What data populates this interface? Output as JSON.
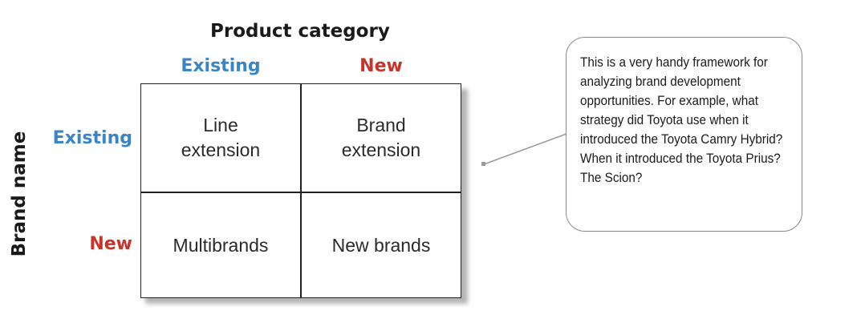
{
  "diagram": {
    "column_axis_title": "Product category",
    "row_axis_title": "Brand name",
    "columns": [
      {
        "label": "Existing",
        "color": "#3a85c6"
      },
      {
        "label": "New",
        "color": "#c6342a"
      }
    ],
    "rows": [
      {
        "label": "Existing",
        "color": "#3a85c6"
      },
      {
        "label": "New",
        "color": "#c6342a"
      }
    ],
    "cells": {
      "existing_existing": "Line\nextension",
      "existing_new": "Brand\nextension",
      "new_existing": "Multibrands",
      "new_new": "New brands"
    }
  },
  "callout": {
    "text": "This is a very handy framework for analyzing brand development opportunities. For example, what strategy did Toyota use when it introduced the Toyota Camry Hybrid? When it introduced the Toyota Prius? The Scion?"
  }
}
